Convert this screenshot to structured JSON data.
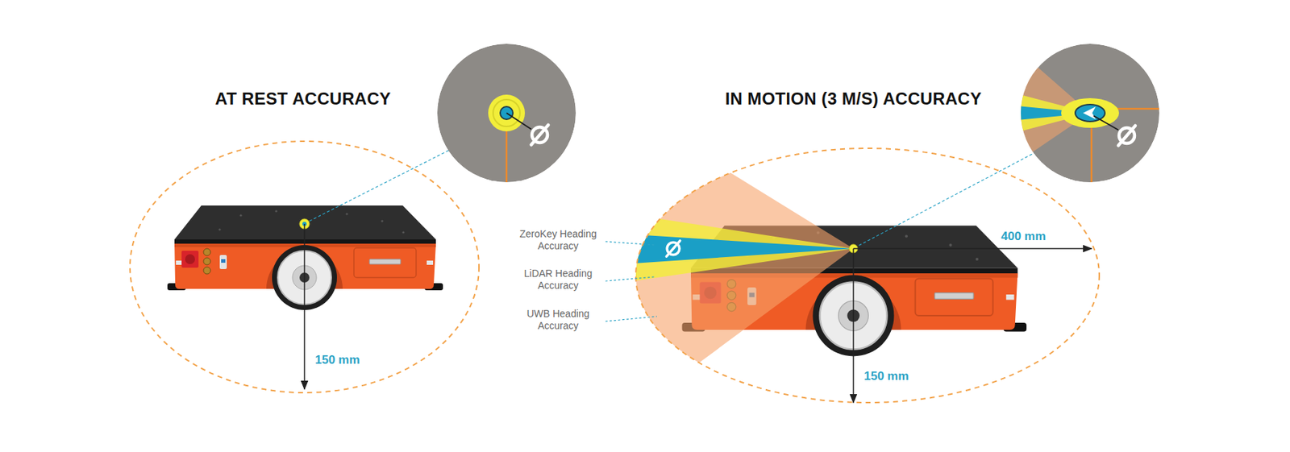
{
  "diagram": {
    "labels": [
      "AT REST ACCURACY",
      "IN MOTION (3 M/S) ACCURACY",
      "150 mm",
      "ZeroKey Heading Accuracy",
      "LiDAR Heading Accuracy",
      "UWB Heading Accuracy",
      "400 mm",
      "150 mm"
    ]
  }
}
